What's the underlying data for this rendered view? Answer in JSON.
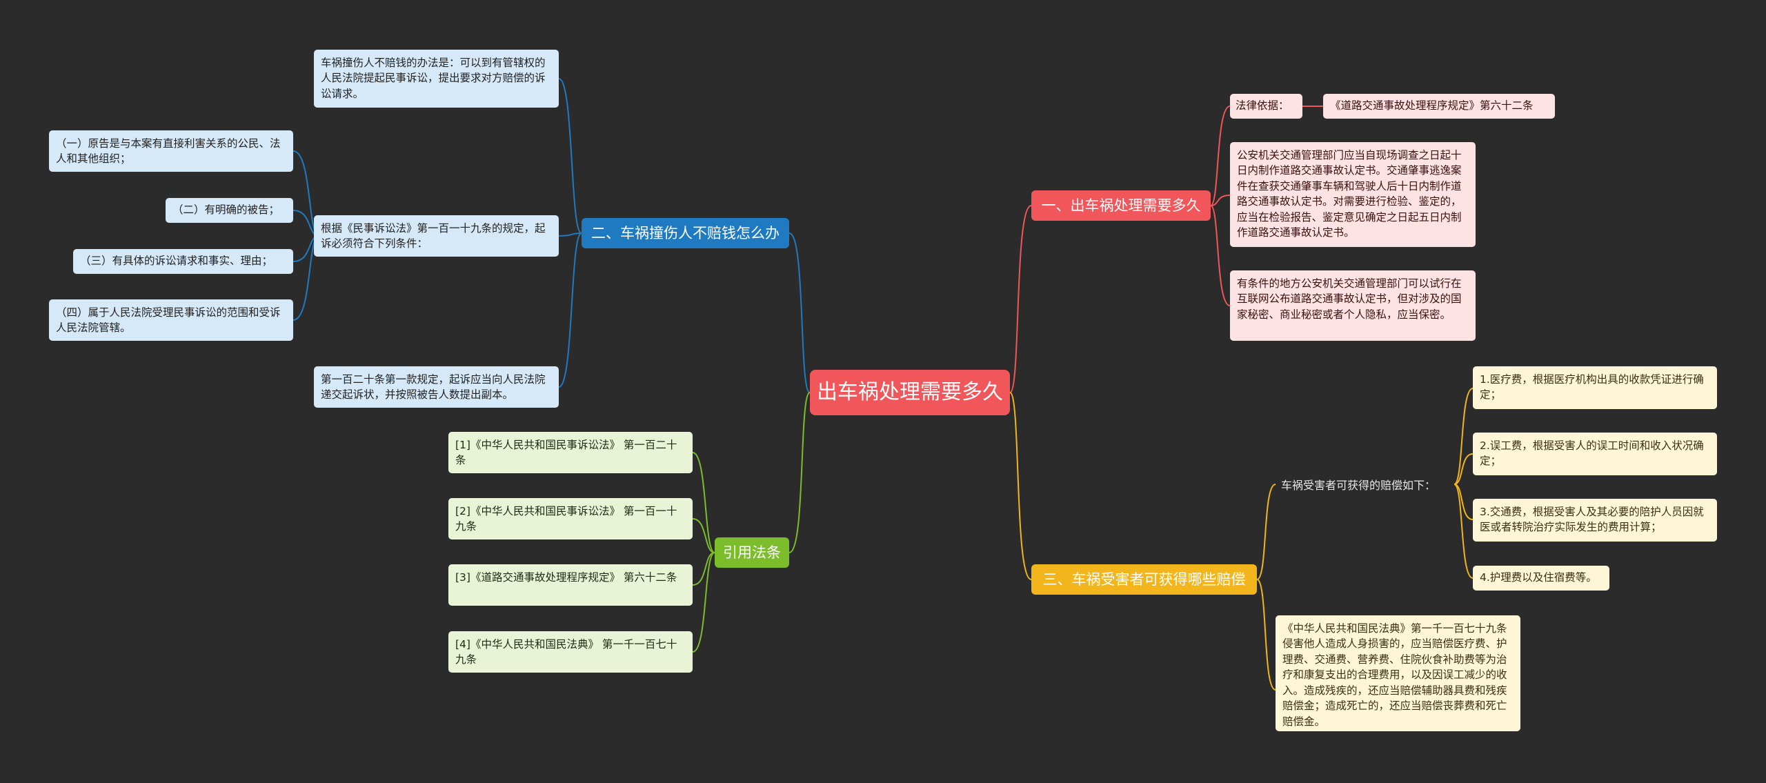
{
  "root": "出车祸处理需要多久",
  "branches": {
    "b1": "一、出车祸处理需要多久",
    "b2": "二、车祸撞伤人不赔钱怎么办",
    "b3": "三、车祸受害者可获得哪些赔偿",
    "b4": "引用法条"
  },
  "b1_items": {
    "law_label": "法律依据：",
    "law_ref": "《道路交通事故处理程序规定》第六十二条",
    "text1": "公安机关交通管理部门应当自现场调查之日起十日内制作道路交通事故认定书。交通肇事逃逸案件在查获交通肇事车辆和驾驶人后十日内制作道路交通事故认定书。对需要进行检验、鉴定的，应当在检验报告、鉴定意见确定之日起五日内制作道路交通事故认定书。",
    "text2": "有条件的地方公安机关交通管理部门可以试行在互联网公布道路交通事故认定书，但对涉及的国家秘密、商业秘密或者个人隐私，应当保密。"
  },
  "b2_items": {
    "way": "车祸撞伤人不赔钱的办法是：可以到有管辖权的人民法院提起民事诉讼，提出要求对方赔偿的诉讼请求。",
    "conditions": "根据《民事诉讼法》第一百一十九条的规定，起诉必须符合下列条件：",
    "c1": "（一）原告是与本案有直接利害关系的公民、法人和其他组织；",
    "c2": "（二）有明确的被告；",
    "c3": "（三）有具体的诉讼请求和事实、理由；",
    "c4": "（四）属于人民法院受理民事诉讼的范围和受诉人民法院管辖。",
    "art120": "第一百二十条第一款规定，起诉应当向人民法院递交起诉状，并按照被告人数提出副本。"
  },
  "b3_items": {
    "intro": "车祸受害者可获得的赔偿如下：",
    "i1": "1.医疗费，根据医疗机构出具的收款凭证进行确定；",
    "i2": "2.误工费，根据受害人的误工时间和收入状况确定；",
    "i3": "3.交通费，根据受害人及其必要的陪护人员因就医或者转院治疗实际发生的费用计算；",
    "i4": "4.护理费以及住宿费等。",
    "civil": "《中华人民共和国民法典》第一千一百七十九条侵害他人造成人身损害的，应当赔偿医疗费、护理费、交通费、营养费、住院伙食补助费等为治疗和康复支出的合理费用，以及因误工减少的收入。造成残疾的，还应当赔偿辅助器具费和残疾赔偿金；造成死亡的，还应当赔偿丧葬费和死亡赔偿金。"
  },
  "b4_items": {
    "r1": "[1]《中华人民共和国民事诉讼法》 第一百二十条",
    "r2": "[2]《中华人民共和国民事诉讼法》 第一百一十九条",
    "r3": "[3]《道路交通事故处理程序规定》 第六十二条",
    "r4": "[4]《中华人民共和国民法典》 第一千一百七十九条"
  },
  "colors": {
    "root": "#f0565a",
    "b1": "#f0565a",
    "b2": "#1f7ac2",
    "b3": "#f2b51c",
    "b4": "#7cbd2c"
  }
}
